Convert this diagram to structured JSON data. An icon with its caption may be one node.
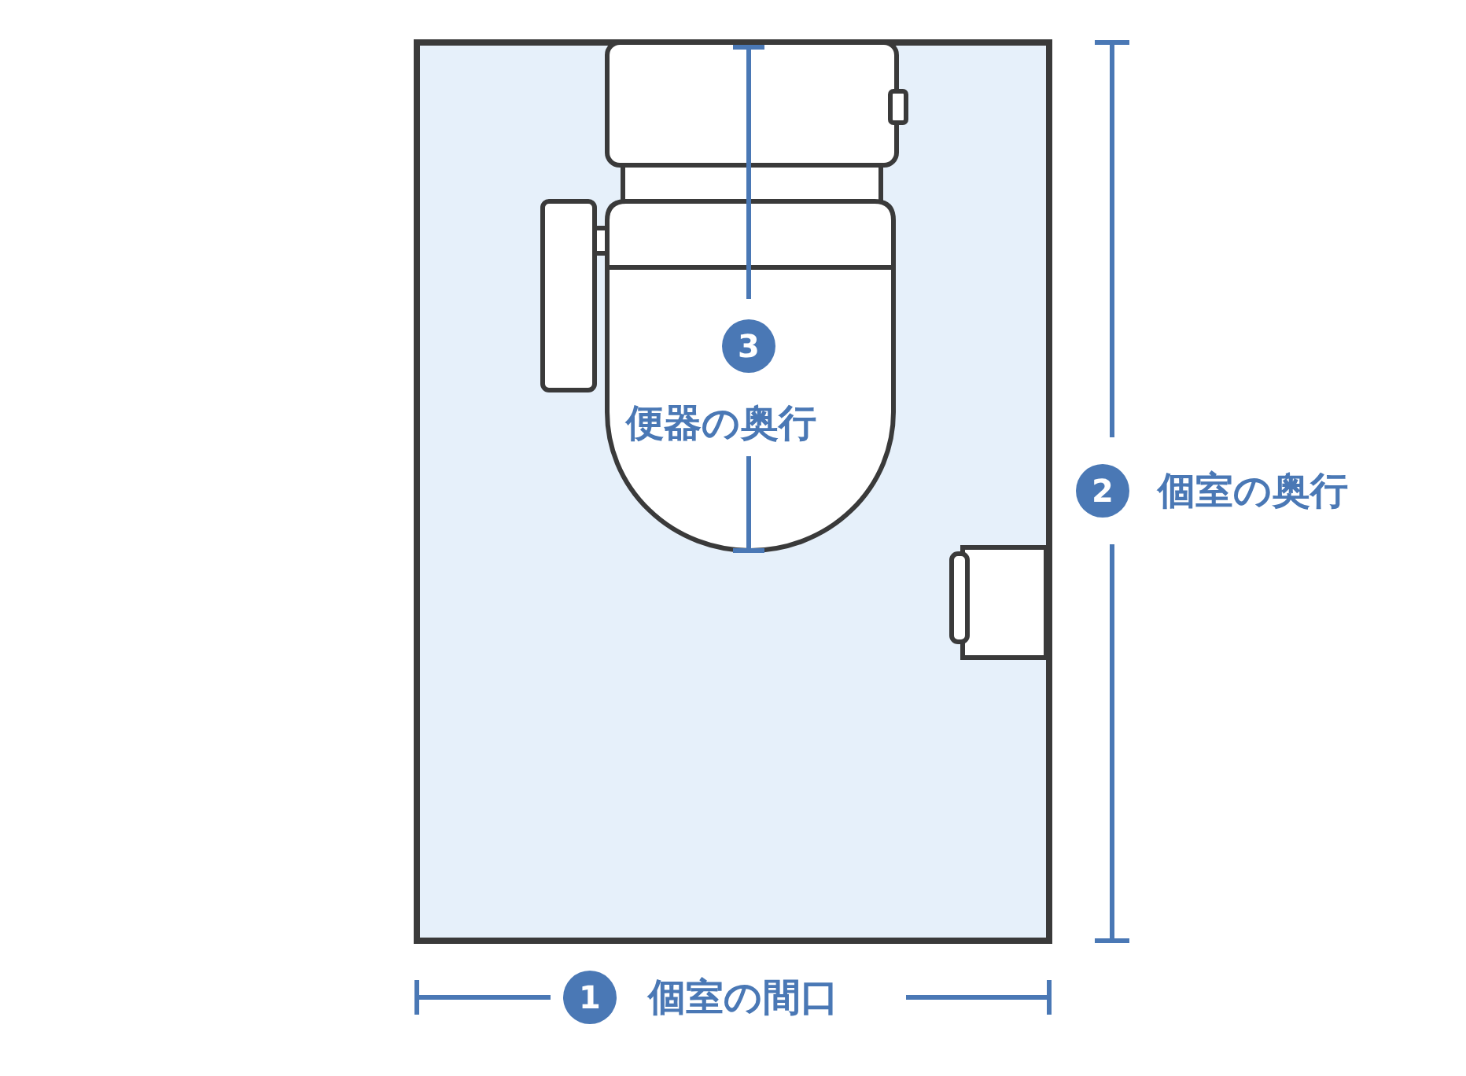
{
  "diagram": {
    "labels": [
      "3",
      "便器の奥行",
      "2",
      "個室の奥行",
      "1",
      "個室の間口"
    ]
  }
}
